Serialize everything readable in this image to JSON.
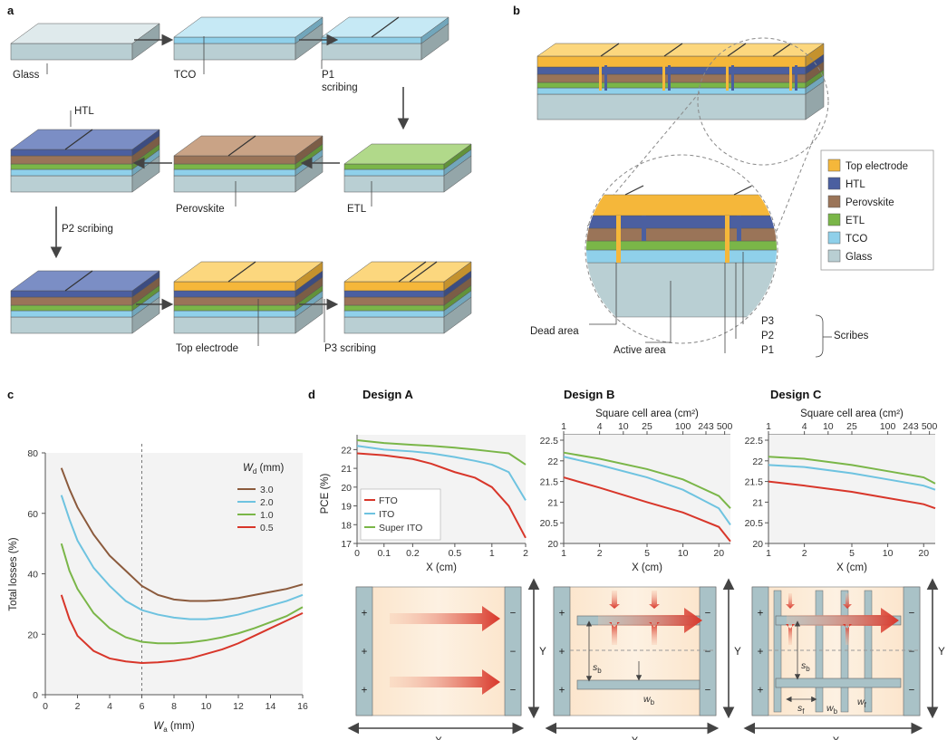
{
  "panels": {
    "a": "a",
    "b": "b",
    "c": "c",
    "d": "d"
  },
  "panel_a": {
    "labels": {
      "glass": "Glass",
      "tco": "TCO",
      "p1": "P1",
      "p1b": "scribing",
      "htl": "HTL",
      "perovskite": "Perovskite",
      "etl": "ETL",
      "p2": "P2 scribing",
      "top_electrode": "Top electrode",
      "p3": "P3 scribing"
    }
  },
  "panel_b": {
    "legend": [
      {
        "label": "Top electrode",
        "color": "#f5b73a"
      },
      {
        "label": "HTL",
        "color": "#4b5fa0"
      },
      {
        "label": "Perovskite",
        "color": "#9a7458"
      },
      {
        "label": "ETL",
        "color": "#7ab648"
      },
      {
        "label": "TCO",
        "color": "#8fd0ea"
      },
      {
        "label": "Glass",
        "color": "#b9cfd3"
      }
    ],
    "labels": {
      "dead": "Dead area",
      "active": "Active area",
      "p3": "P3",
      "p2": "P2",
      "p1": "P1",
      "scribes": "Scribes"
    }
  },
  "panel_c": {
    "chart_data": {
      "type": "line",
      "xlabel": "W_a (mm)",
      "ylabel": "Total losses (%)",
      "xlim": [
        0,
        16
      ],
      "ylim": [
        0,
        80
      ],
      "xticks": [
        0,
        2,
        4,
        6,
        8,
        10,
        12,
        14,
        16
      ],
      "yticks": [
        0,
        20,
        40,
        60,
        80
      ],
      "legend_title": "W_d (mm)",
      "vline_x": 6,
      "series": [
        {
          "name": "3.0",
          "color": "#8b5a3c",
          "x": [
            1,
            1.5,
            2,
            3,
            4,
            5,
            6,
            7,
            8,
            9,
            10,
            11,
            12,
            13,
            14,
            15,
            16
          ],
          "y": [
            75,
            68,
            62,
            53,
            46,
            41,
            36,
            33,
            31.5,
            31,
            31,
            31.3,
            32,
            33,
            34,
            35,
            36.5
          ]
        },
        {
          "name": "2.0",
          "color": "#6ec3e0",
          "x": [
            1,
            1.5,
            2,
            3,
            4,
            5,
            6,
            7,
            8,
            9,
            10,
            11,
            12,
            13,
            14,
            15,
            16
          ],
          "y": [
            66,
            58,
            51,
            42,
            36,
            31,
            28,
            26.5,
            25.5,
            25,
            25,
            25.5,
            26.5,
            28,
            29.5,
            31,
            33
          ]
        },
        {
          "name": "1.0",
          "color": "#7ab648",
          "x": [
            1,
            1.5,
            2,
            3,
            4,
            5,
            6,
            7,
            8,
            9,
            10,
            11,
            12,
            13,
            14,
            15,
            16
          ],
          "y": [
            50,
            41,
            35,
            27,
            22,
            19,
            17.5,
            17,
            17,
            17.3,
            18,
            19,
            20.3,
            22,
            24,
            26,
            29
          ]
        },
        {
          "name": "0.5",
          "color": "#d8362a",
          "x": [
            1,
            1.5,
            2,
            3,
            4,
            5,
            6,
            7,
            8,
            9,
            10,
            11,
            12,
            13,
            14,
            15,
            16
          ],
          "y": [
            33,
            25,
            19.5,
            14.5,
            12,
            11,
            10.5,
            10.7,
            11.2,
            12,
            13.5,
            15,
            17,
            19.5,
            22,
            24.5,
            27
          ]
        }
      ]
    }
  },
  "panel_d": {
    "chart_data": [
      {
        "type": "line",
        "title": "Design A",
        "xlabel": "X (cm)",
        "ylabel": "PCE (%)",
        "xticks": [
          "0",
          "0.1",
          "0.2",
          "0.5",
          "1",
          "2"
        ],
        "ylim": [
          17,
          22.5
        ],
        "yticks": [
          17,
          18,
          19,
          20,
          21,
          22
        ],
        "series": [
          {
            "name": "FTO",
            "color": "#d8362a",
            "x": [
              0,
              0.1,
              0.2,
              0.3,
              0.5,
              0.7,
              1,
              1.5,
              2
            ],
            "y": [
              21.8,
              21.7,
              21.5,
              21.25,
              20.8,
              20.5,
              20,
              19,
              17.3
            ]
          },
          {
            "name": "ITO",
            "color": "#6ec3e0",
            "x": [
              0,
              0.1,
              0.2,
              0.3,
              0.5,
              0.7,
              1,
              1.5,
              2
            ],
            "y": [
              22.2,
              22.0,
              21.9,
              21.8,
              21.6,
              21.4,
              21.2,
              20.8,
              19.3
            ]
          },
          {
            "name": "Super ITO",
            "color": "#7ab648",
            "x": [
              0,
              0.1,
              0.2,
              0.3,
              0.5,
              0.7,
              1,
              1.5,
              2
            ],
            "y": [
              22.5,
              22.35,
              22.25,
              22.2,
              22.1,
              22.0,
              21.9,
              21.8,
              21.2
            ]
          }
        ]
      },
      {
        "type": "line",
        "title": "Design B",
        "xlabel": "X (cm)",
        "top_axis_label": "Square cell area (cm²)",
        "xticks": [
          "1",
          "2",
          "5",
          "10",
          "20"
        ],
        "top_ticks": [
          "1",
          "4",
          "10",
          "25",
          "100",
          "243",
          "500"
        ],
        "ylim": [
          20,
          22.5
        ],
        "yticks": [
          20,
          20.5,
          21,
          21.5,
          22,
          22.5
        ],
        "series": [
          {
            "name": "FTO",
            "color": "#d8362a",
            "x": [
              1,
              2,
              5,
              10,
              20,
              25
            ],
            "y": [
              21.6,
              21.35,
              21.0,
              20.75,
              20.4,
              20.05
            ]
          },
          {
            "name": "ITO",
            "color": "#6ec3e0",
            "x": [
              1,
              2,
              5,
              10,
              20,
              25
            ],
            "y": [
              22.1,
              21.9,
              21.6,
              21.3,
              20.85,
              20.45
            ]
          },
          {
            "name": "Super ITO",
            "color": "#7ab648",
            "x": [
              1,
              2,
              5,
              10,
              20,
              25
            ],
            "y": [
              22.2,
              22.05,
              21.8,
              21.55,
              21.15,
              20.85
            ]
          }
        ]
      },
      {
        "type": "line",
        "title": "Design C",
        "xlabel": "X (cm)",
        "top_axis_label": "Square cell area (cm²)",
        "xticks": [
          "1",
          "2",
          "5",
          "10",
          "20"
        ],
        "top_ticks": [
          "1",
          "4",
          "10",
          "25",
          "100",
          "243",
          "500"
        ],
        "ylim": [
          20,
          22.5
        ],
        "yticks": [
          20,
          20.5,
          21,
          21.5,
          22,
          22.5
        ],
        "series": [
          {
            "name": "FTO",
            "color": "#d8362a",
            "x": [
              1,
              2,
              5,
              10,
              20,
              25
            ],
            "y": [
              21.5,
              21.4,
              21.25,
              21.1,
              20.95,
              20.85
            ]
          },
          {
            "name": "ITO",
            "color": "#6ec3e0",
            "x": [
              1,
              2,
              5,
              10,
              20,
              25
            ],
            "y": [
              21.9,
              21.85,
              21.7,
              21.55,
              21.4,
              21.3
            ]
          },
          {
            "name": "Super ITO",
            "color": "#7ab648",
            "x": [
              1,
              2,
              5,
              10,
              20,
              25
            ],
            "y": [
              22.1,
              22.05,
              21.9,
              21.75,
              21.6,
              21.45
            ]
          }
        ]
      }
    ],
    "schematics": {
      "plus": "+",
      "minus": "−",
      "x": "X",
      "y": "Y",
      "sb": "s",
      "sb_sub": "b",
      "wb": "w",
      "wb_sub": "b",
      "sf": "s",
      "sf_sub": "f",
      "wf": "w",
      "wf_sub": "f"
    }
  }
}
